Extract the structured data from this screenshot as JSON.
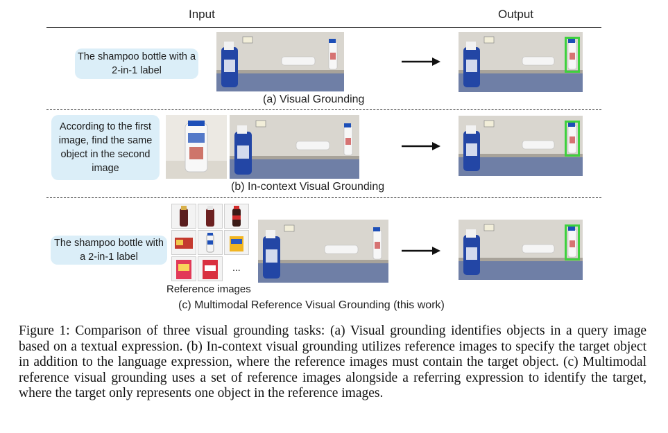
{
  "header": {
    "input_label": "Input",
    "output_label": "Output"
  },
  "rows": [
    {
      "query": "The shampoo bottle with a 2-in-1 label",
      "caption": "(a) Visual Grounding"
    },
    {
      "query": "According to the first image, find the same object in the second image",
      "caption": "(b) In-context Visual Grounding"
    },
    {
      "query": "The shampoo bottle with a 2-in-1 label",
      "caption": "(c) Multimodal Reference Visual Grounding (this work)",
      "reference_label": "Reference images",
      "ellipsis": "..."
    }
  ],
  "figure_caption": "Figure 1: Comparison of three visual grounding tasks: (a) Visual grounding identifies objects in a query image based on a textual expression. (b) In-context visual grounding utilizes reference images to specify the target object in addition to the language expression, where the reference images must contain the target object. (c) Multimodal reference visual grounding uses a set of reference images alongside a referring expression to identify the target, where the target only represents one object in the reference images.",
  "colors": {
    "bubble": "#dbeef8",
    "highlight_box": "#3ed13e",
    "wall": "#d9d6cf",
    "floor": "#6f7fa6"
  },
  "icons": [
    "arrow-right-icon"
  ]
}
